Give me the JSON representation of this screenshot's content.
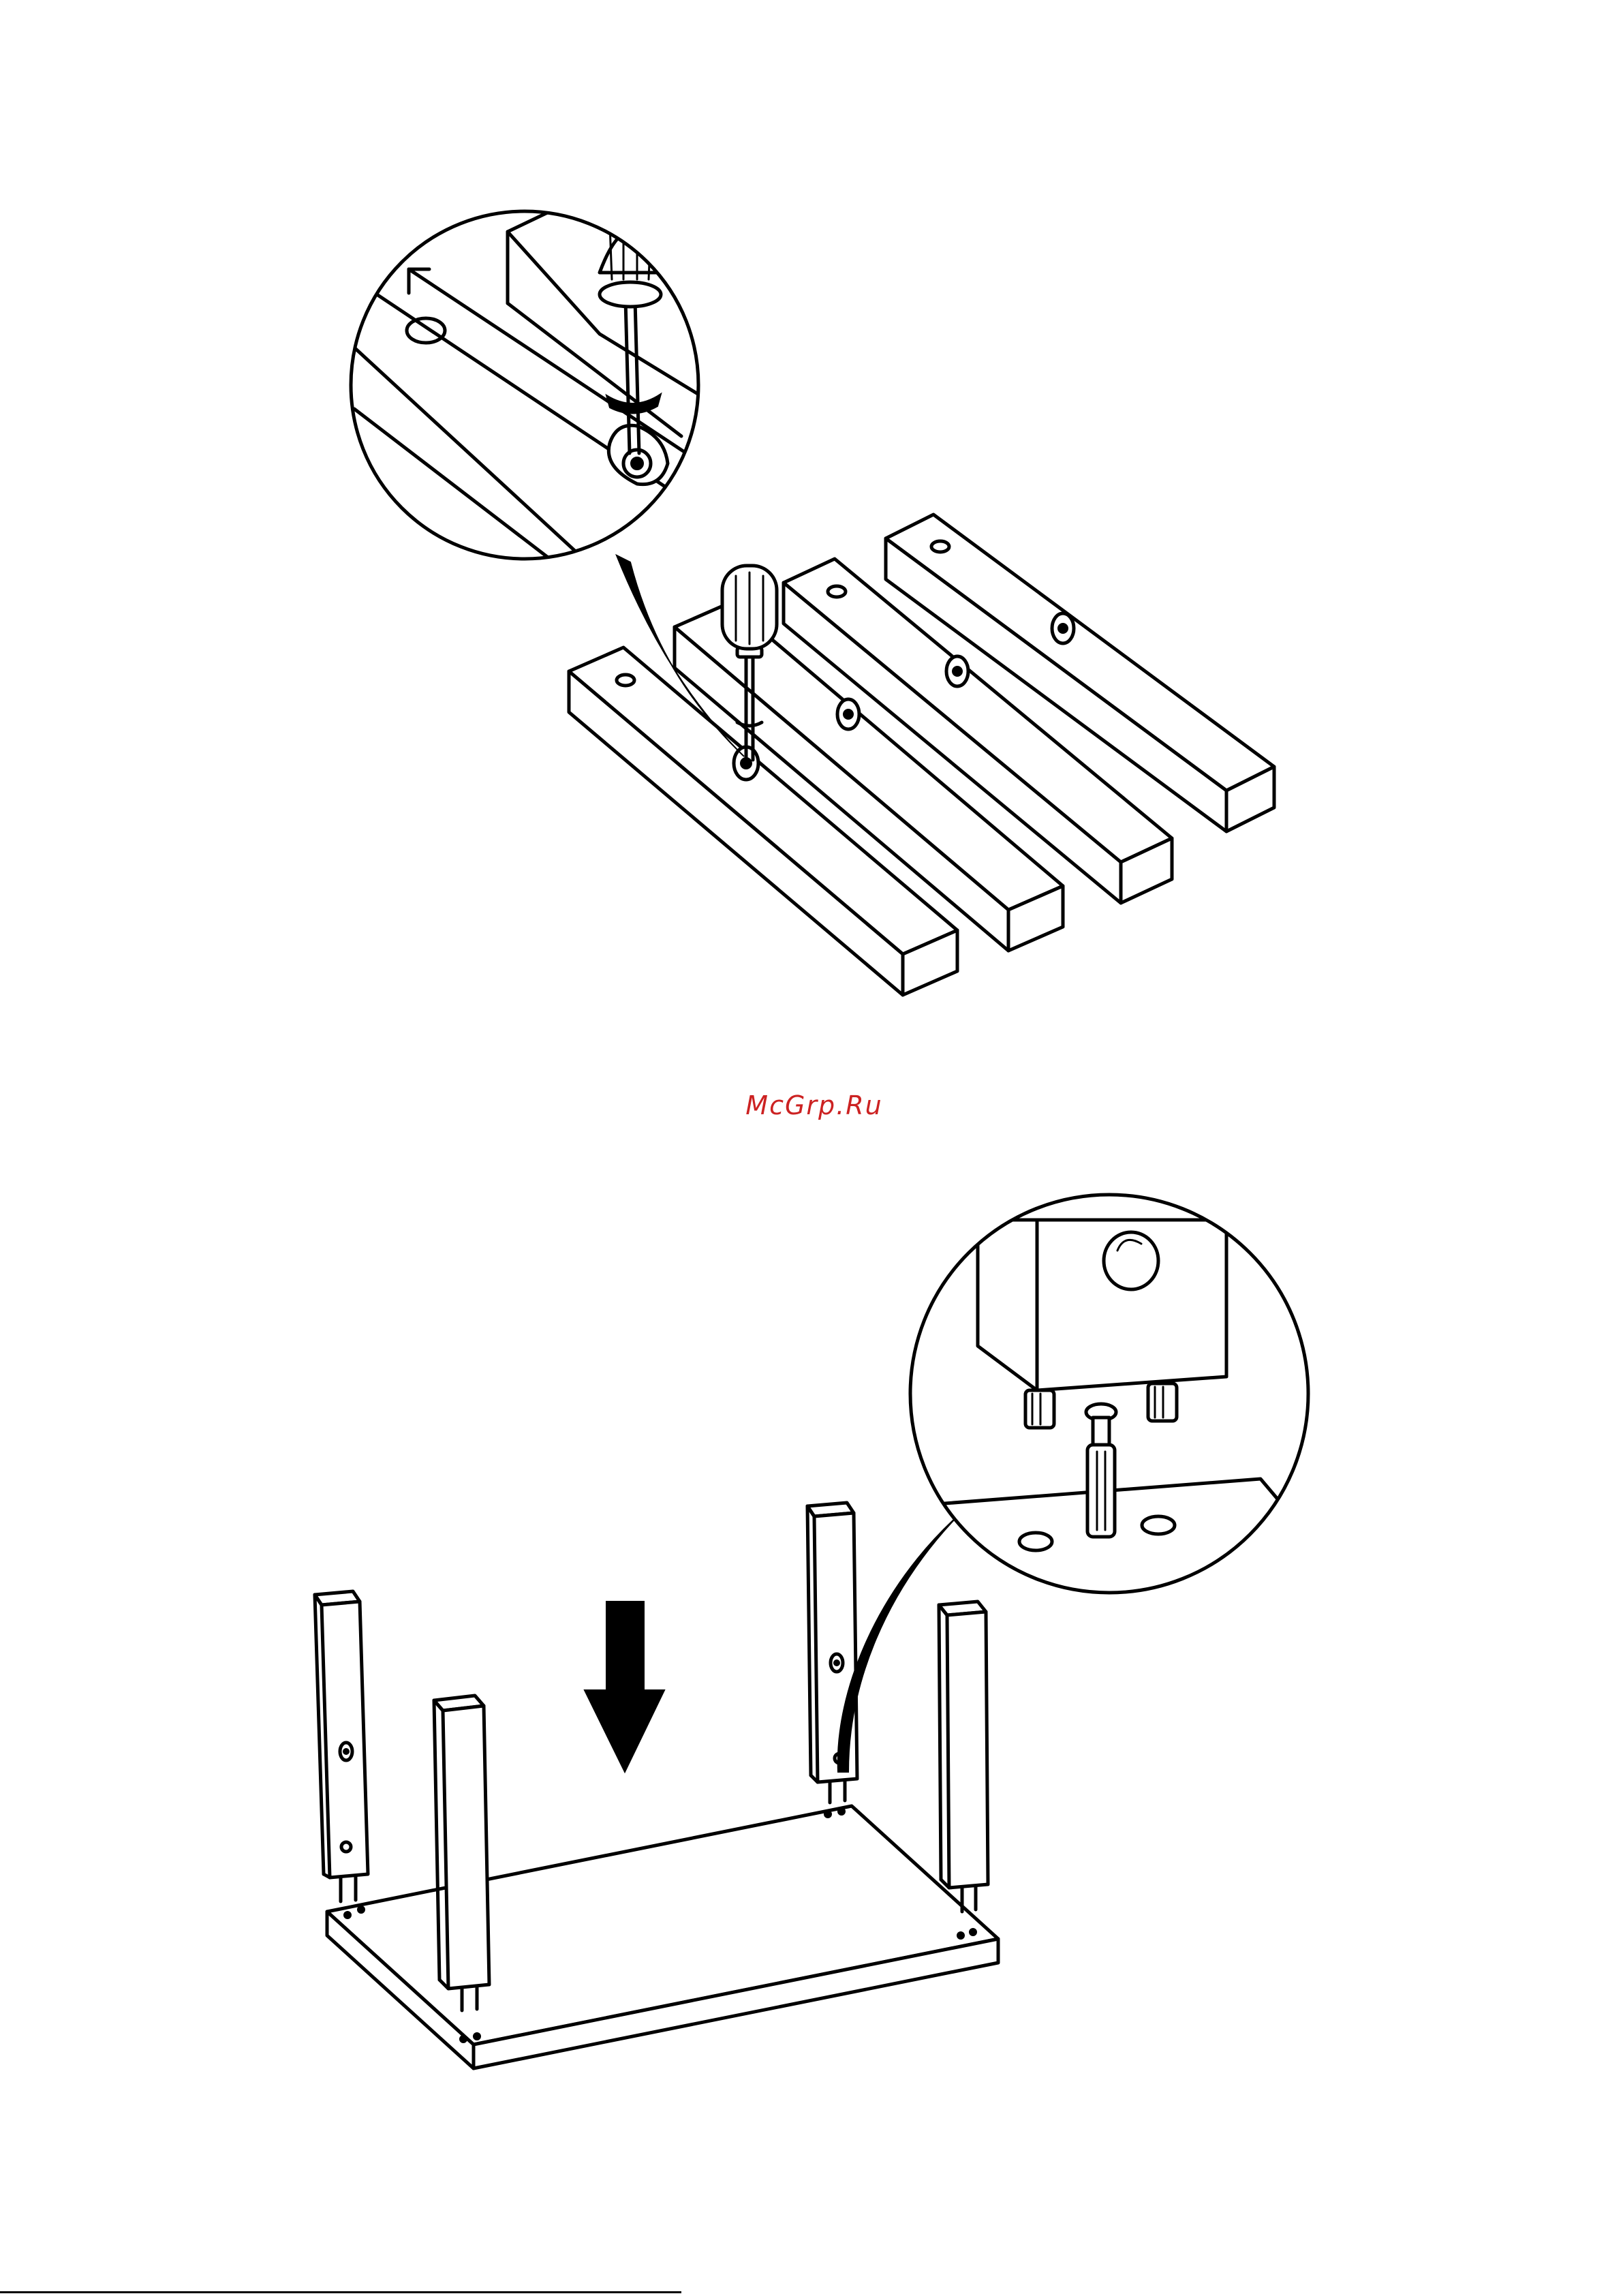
{
  "watermark": {
    "text": "McGrp.Ru",
    "color": "#cc2222"
  },
  "step_1": {
    "icons": [
      "screwdriver-icon",
      "cam-lock-icon"
    ],
    "beams": 4
  },
  "step_2": {
    "icons": [
      "down-arrow-icon",
      "dowel-icon",
      "screwdriver-icon"
    ],
    "legs": 4
  }
}
